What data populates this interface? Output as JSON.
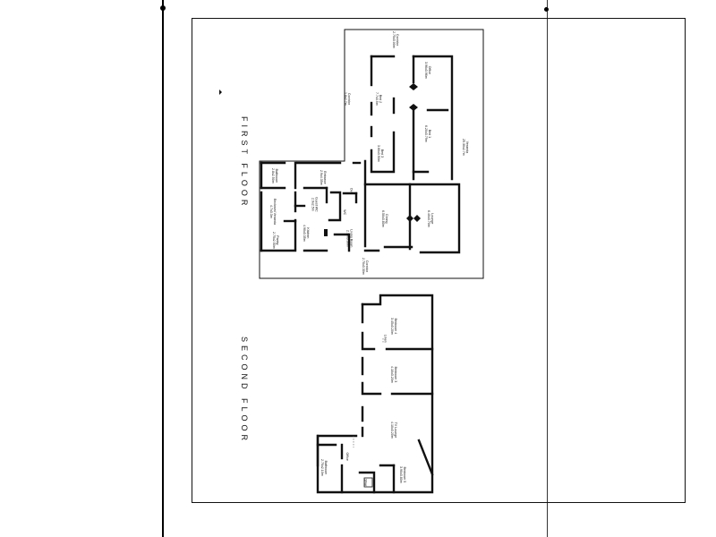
{
  "floors": {
    "first": {
      "title": "FIRST FLOOR"
    },
    "second": {
      "title": "SECOND FLOOR"
    }
  },
  "rooms_first": {
    "hall_top": {
      "name": "Corridor",
      "dims": "2.75x3.00m"
    },
    "hallway": {
      "name": "Corridor",
      "dims": "1.8x2.7m"
    },
    "office": {
      "name": "Office",
      "dims": "3.96x3.96m"
    },
    "bed2": {
      "name": "Bed 2",
      "dims": "7.7x3.5m"
    },
    "bed1": {
      "name": "Bed 1",
      "dims": "6.20x3.79m"
    },
    "veranda": {
      "name": "Veranda",
      "dims": "25.30x2.7m"
    },
    "bed3": {
      "name": "Bed 3",
      "dims": "3.60x3.50m"
    },
    "entrance": {
      "name": "Entrance",
      "dims": "2.9x4.35m"
    },
    "bathroom1": {
      "name": "Bathroom",
      "dims": "2.8x2.50m"
    },
    "enclosed": {
      "name": "Enclosed Veranda",
      "dims": "4.7x3.3m"
    },
    "guest_wc": {
      "name": "Guest WC",
      "dims": "2.9x2.5m"
    },
    "kitchen": {
      "name": "Kitchen",
      "dims": "4.90x3.35m"
    },
    "pantry": {
      "name": "Pantry",
      "dims": "2.75x2.50m"
    },
    "dining": {
      "name": "Dining",
      "dims": "6.50x3.80m"
    },
    "lounge": {
      "name": "Lounge",
      "dims": "6.40x3.70m"
    },
    "living": {
      "name": "Living Room",
      "dims": "2.70x3.30m"
    },
    "hall_bottom": {
      "name": "Corridor",
      "dims": "2.70x3.30m"
    },
    "wc": "WC",
    "ov": "Ov"
  },
  "rooms_second": {
    "bedroom4": {
      "name": "Bedroom 4",
      "dims": "3.45x3.20m"
    },
    "bedroom3": {
      "name": "Bedroom 3",
      "dims": "4.10x3.20m"
    },
    "tv_lounge": {
      "name": "TV Lounge",
      "dims": "4.10x3.20m"
    },
    "bathroom2": {
      "name": "Bathroom",
      "dims": "2.70x2.10m"
    },
    "office2": {
      "name": "Office"
    },
    "bedroom5": {
      "name": "Bedroom 5",
      "dims": "3.90x3.80m"
    },
    "shower": "Shwr",
    "linen": "Linen"
  }
}
